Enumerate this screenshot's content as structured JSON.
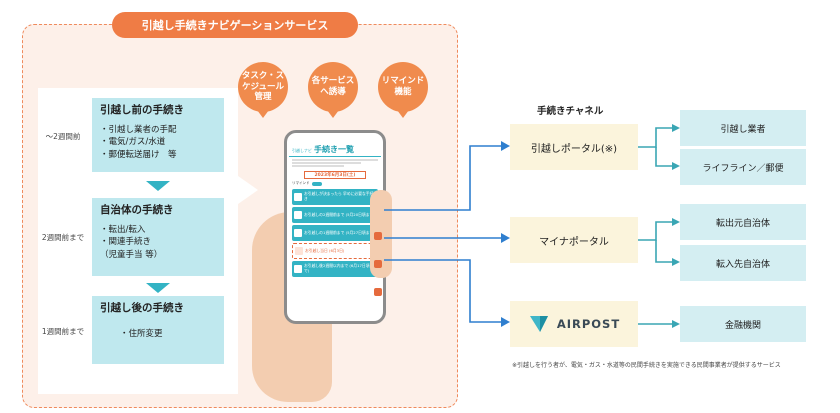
{
  "service_title": "引越し手続きナビゲーションサービス",
  "bubbles": [
    {
      "label": "タスク・スケジュール管理"
    },
    {
      "label": "各サービスへ誘導"
    },
    {
      "label": "リマインド機能"
    }
  ],
  "steps": [
    {
      "time": "〜2週間前",
      "title": "引越し前の手続き",
      "items": [
        "・引越し業者の手配",
        "・電気/ガス/水道",
        "・郵便転送届け　等"
      ]
    },
    {
      "time": "2週間前まで",
      "title": "自治体の手続き",
      "items": [
        "・転出/転入",
        "・関連手続き",
        "（児童手当 等）"
      ]
    },
    {
      "time": "1週間前まで",
      "title": "引越し後の手続き",
      "items": [
        "・住所変更"
      ]
    }
  ],
  "phone": {
    "brand": "引越しナビ",
    "heading": "手続き一覧",
    "date": "2023年6月3日(土)",
    "reminder": "リマインド",
    "tasks": [
      "お引越しが決まったら 早めに必要な手続き",
      "お引越しの2週間前まで (5月20日頃まで)",
      "お引越しの1週間前まで (5月27日頃まで)",
      "お引越し当日 (6月3日)",
      "お引越し後2週間以内まで (6月17日頃まで)"
    ]
  },
  "channel_heading": "手続きチャネル",
  "channels": [
    {
      "label": "引越しポータル(※)"
    },
    {
      "label": "マイナポータル"
    },
    {
      "label": "AIRPOST"
    }
  ],
  "targets": [
    {
      "label": "引越し業者"
    },
    {
      "label": "ライフライン／郵便"
    },
    {
      "label": "転出元自治体"
    },
    {
      "label": "転入先自治体"
    },
    {
      "label": "金融機関"
    }
  ],
  "footnote": "※引越しを行う者が、電気・ガス・水道等の民間手続きを実施できる民間事業者が提供するサービス",
  "colors": {
    "orange": "#ef7c45",
    "teal": "#33b3c4",
    "arrow_blue": "#2f7fcf",
    "connector": "#3aa6b4"
  }
}
